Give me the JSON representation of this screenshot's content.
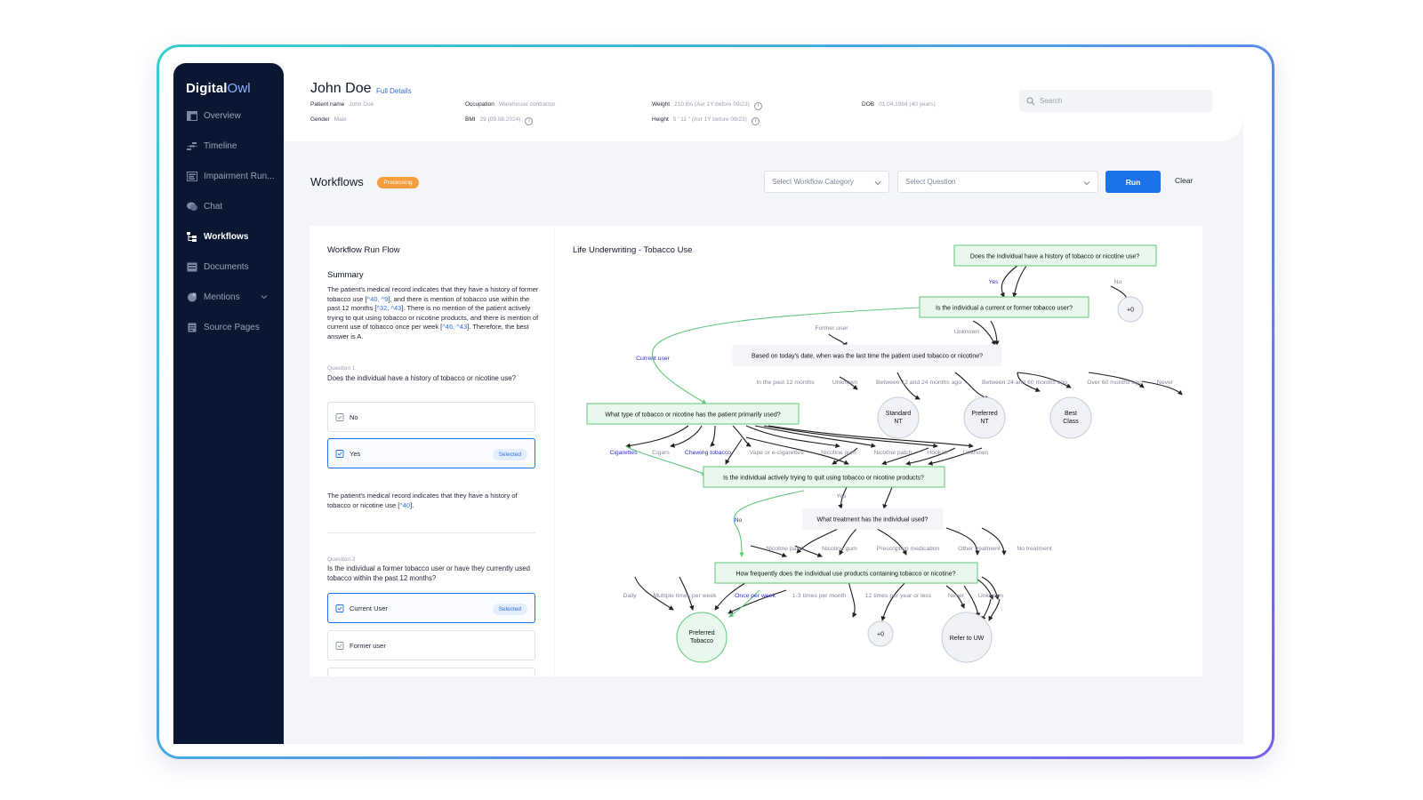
{
  "brand": {
    "name_a": "Digital",
    "name_b": "Owl"
  },
  "sidebar": {
    "items": [
      {
        "label": "Overview",
        "icon": "overview-icon"
      },
      {
        "label": "Timeline",
        "icon": "timeline-icon"
      },
      {
        "label": "Impairment Run...",
        "icon": "impairment-icon"
      },
      {
        "label": "Chat",
        "icon": "chat-icon"
      },
      {
        "label": "Workflows",
        "icon": "workflow-icon",
        "active": true
      },
      {
        "label": "Documents",
        "icon": "documents-icon"
      },
      {
        "label": "Mentions",
        "icon": "mentions-icon"
      },
      {
        "label": "Source Pages",
        "icon": "source-pages-icon"
      }
    ]
  },
  "header": {
    "name": "John Doe",
    "full_details": "Full Details",
    "patient_name_label": "Patient name",
    "patient_name": "John Doe",
    "gender_label": "Gender",
    "gender": "Male",
    "occupation_label": "Occupation",
    "occupation": "Warehouse contractor",
    "bmi_label": "BMI",
    "bmi": "29 (09.08.2024)",
    "weight_label": "Weight",
    "weight": "210 lbs (Avr 1Y before 09/23)",
    "height_label": "Height",
    "height": "5 ' 11 \" (Avr 1Y before 09/23)",
    "dob_label": "DOB",
    "dob": "01.04.1984 (40 years)",
    "search_placeholder": "Search"
  },
  "workflows": {
    "title": "Workflows",
    "status": "Processing",
    "category_placeholder": "Select Workflow Category",
    "question_placeholder": "Select Question",
    "run": "Run",
    "clear": "Clear"
  },
  "run_flow": {
    "title": "Workflow Run Flow",
    "summary_title": "Summary",
    "summary": {
      "t1": "The patient's medical record indicates that they have a history of former tobacco use [",
      "r1": "^40, ^9",
      "t2": "], and there is mention of tobacco use within the past 12 months [",
      "r2": "^32, ^43",
      "t3": "]. There is no mention of the patient actively trying to quit using tobacco or nicotine products, and there is mention of current use of tobacco once per week [",
      "r3": "^46, ^43",
      "t4": "]. Therefore, the best answer is A."
    },
    "q1": {
      "label": "Question 1",
      "text": "Does the individual have a history of tobacco or nicotine use?",
      "options": [
        "No",
        "Yes"
      ],
      "selected_tag": "Selected",
      "answer_t1": "The patient's medical record indicates that they have a history of tobacco or nicotine use [",
      "answer_r1": "^40",
      "answer_t2": "]."
    },
    "q2": {
      "label": "Question 2",
      "text": "Is the individual a former tobacco user or have they currently used tobacco within the past 12 months?",
      "options": [
        "Current User",
        "Former user"
      ],
      "selected_tag": "Selected"
    }
  },
  "flow": {
    "title": "Life Underwriting - Tobacco Use",
    "nodes": {
      "q_history": "Does the individual have a history of tobacco or nicotine use?",
      "q_current": "Is the individual a current or former tobacco user?",
      "q_lasttime": "Based on today's date, when was the last time the patient used tobacco or nicotine?",
      "q_type": "What type of tobacco or nicotine has the patient primarily used?",
      "q_quit": "Is the individual actively trying to quit using tobacco or nicotine products?",
      "q_treatment": "What treatment has the individual used?",
      "q_frequency": "How frequently does the individual use products containing tobacco or nicotine?"
    },
    "circles": {
      "plus0_top": "+0",
      "standard_a": "Standard",
      "standard_b": "NT",
      "preferred_nt_a": "Preferred",
      "preferred_nt_b": "NT",
      "best_a": "Best",
      "best_b": "Class",
      "preferred_tobacco_a": "Preferred",
      "preferred_tobacco_b": "Tobacco",
      "plus0_bottom": "+0",
      "refer": "Refer to UW"
    },
    "edges": {
      "yes": "Yes",
      "no": "No",
      "current_user": "Current user",
      "former_user": "Former user",
      "unknown": "Unknown",
      "past12": "In the past 12 months",
      "lt_unknown": "Unknown",
      "b12_24": "Between 12 and 24 months ago",
      "b24_60": "Between 24 and 60 months ago",
      "over60": "Over 60 months ago",
      "never": "Never",
      "cigarettes": "Cigarettes",
      "cigars": "Cigars",
      "chewing": "Chewing tobacco",
      "vape": "Vape or e-cigarettes",
      "gum": "Nicotine gum",
      "patch": "Nicotine patch",
      "hookah": "Hookah",
      "type_unknown": "Unknown",
      "quit_yes": "Yes",
      "quit_no": "No",
      "t_patch": "Nicotine patch",
      "t_gum": "Nicotine gum",
      "t_rx": "Prescription medication",
      "t_other": "Other treatment",
      "t_none": "No treatment",
      "f_daily": "Daily",
      "f_multi": "Multiple times per week",
      "f_once": "Once per week",
      "f_13": "1-3 times per month",
      "f_12yr": "12 times per year or less",
      "f_never": "Never",
      "f_unknown": "Unknown"
    }
  },
  "colors": {
    "accent": "#1a73e8",
    "processing": "#f59c3c",
    "node_fill": "#e9f8ec",
    "node_stroke": "#5ec879",
    "path_blue": "#2a2fc9"
  }
}
